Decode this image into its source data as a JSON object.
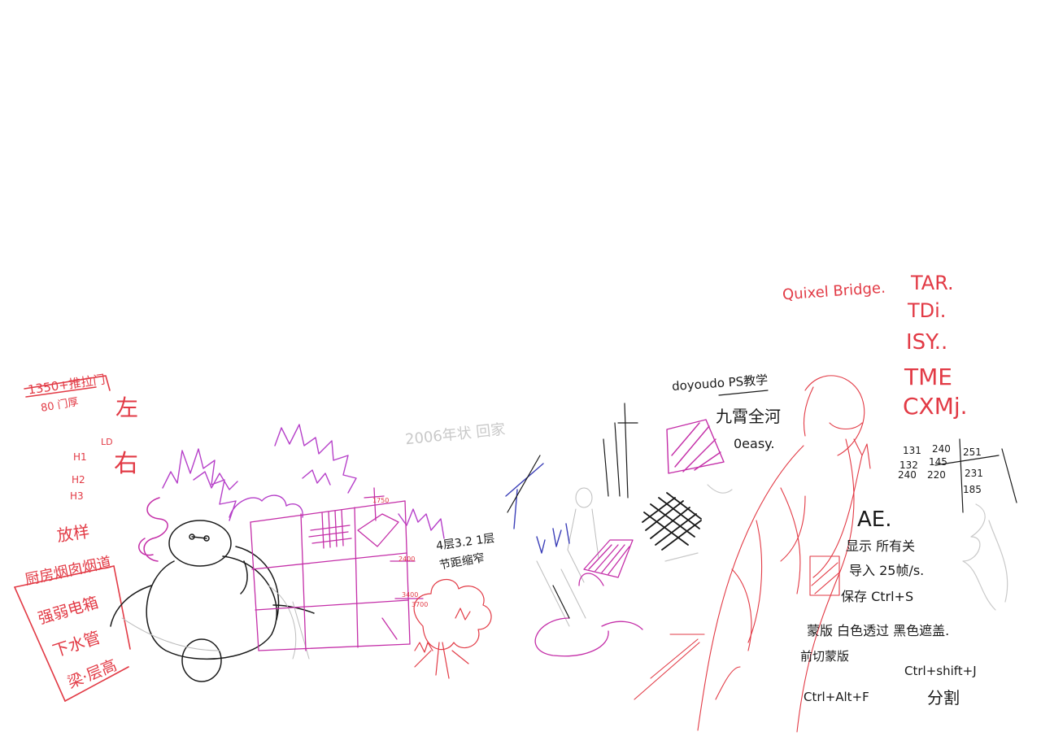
{
  "colors": {
    "paper": "#ffffff",
    "red_ink": "#e23a45",
    "black_ink": "#1a1a1a",
    "magenta_ink": "#c42ea8",
    "purple_ink": "#9b3fd0",
    "blue_ink": "#3b3fb8",
    "pencil": "#bdbdbd"
  },
  "left_notes": {
    "heading": "1350+推拉门",
    "subheading": "80 门厚",
    "word_left": "左",
    "word_right": "右",
    "level_labels": [
      "LD",
      "H1",
      "H2",
      "H3"
    ],
    "paste_label": "放样",
    "boxed_list": [
      "厨房烟囱烟道",
      "强弱电箱",
      "下水管",
      "梁·层高"
    ]
  },
  "right_header": {
    "bridge": "Quixel Bridge.",
    "codes": [
      "TAR.",
      "TDi.",
      "ISY..",
      "TME",
      "CXMj."
    ]
  },
  "numbers": {
    "row1": [
      "131",
      "240",
      "251"
    ],
    "row2": [
      "132",
      "145",
      "231"
    ],
    "row3": [
      "240",
      "220",
      "185"
    ]
  },
  "dimension_marks": [
    "1750",
    "2400",
    "3400",
    "3700"
  ],
  "middle_notes": {
    "faint_pencil": "2006年状  回家",
    "bubble_line1": "4层3.2 1层",
    "bubble_line2": "节距缩窄"
  },
  "ps_notes": {
    "line1": "doyoudo PS教学",
    "line2": "九霄全河",
    "line3": "0easy."
  },
  "ae_notes": {
    "title": "AE.",
    "items": [
      "显示 所有关",
      "导入 25帧/s.",
      "保存 Ctrl+S",
      "蒙版  白色透过 黑色遮盖.",
      "前切蒙版"
    ],
    "shortcut_split": "Ctrl+shift+J",
    "split_label": "分割",
    "shortcut_fill": "Ctrl+Alt+F"
  }
}
